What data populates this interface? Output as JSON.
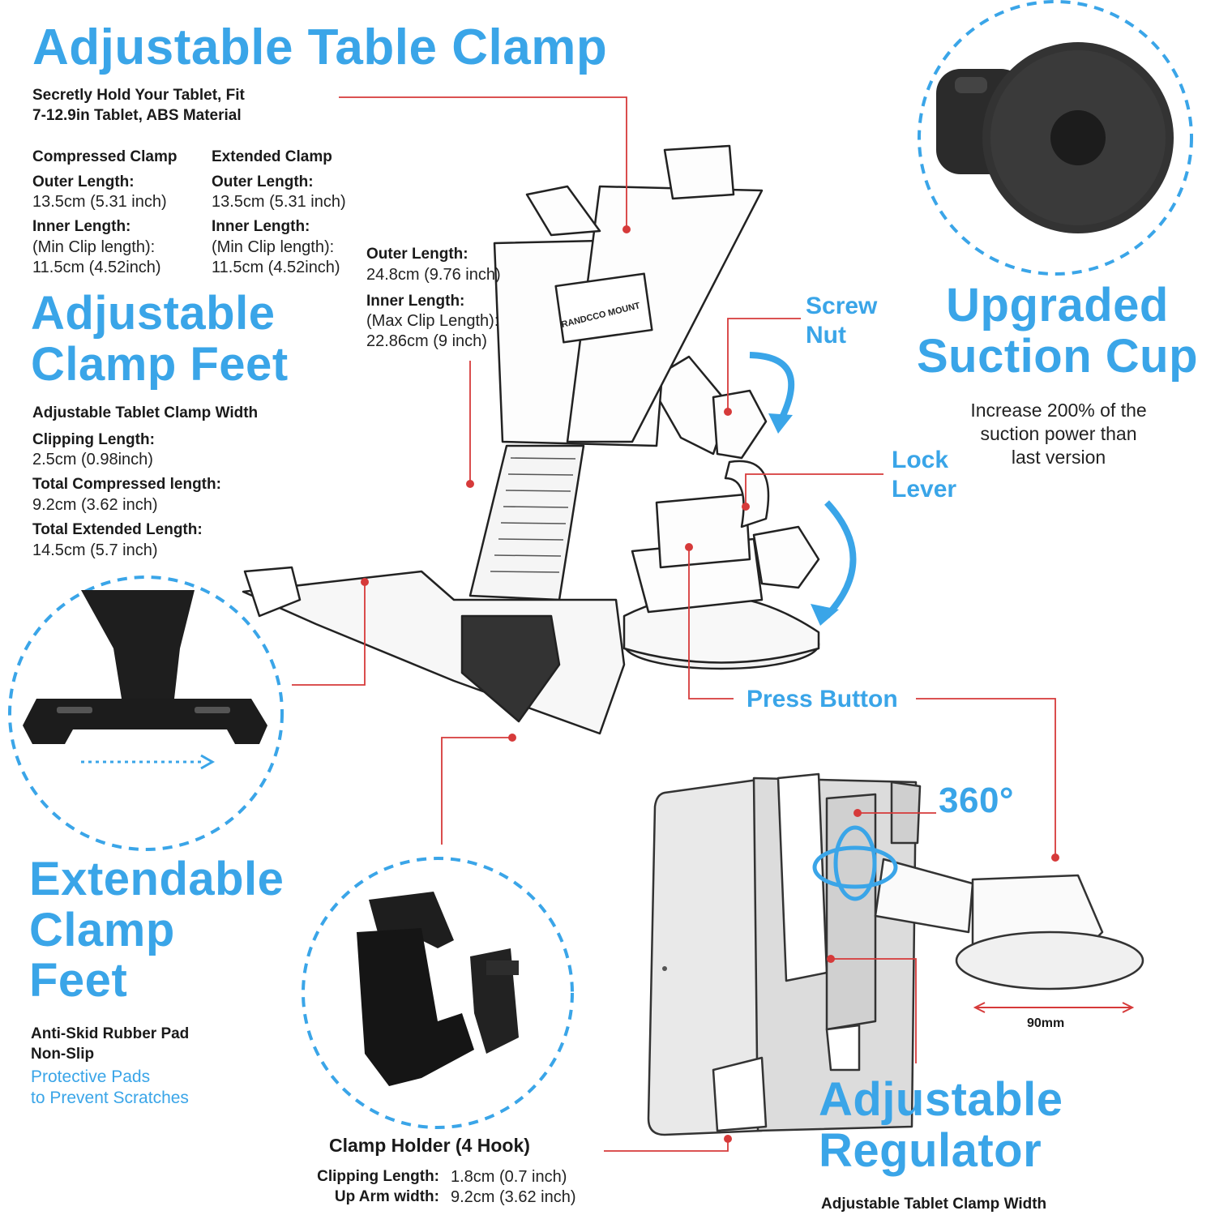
{
  "table_clamp": {
    "title": "Adjustable Table Clamp",
    "subtitle_line1": "Secretly Hold Your Tablet, Fit",
    "subtitle_line2": "7-12.9in Tablet, ABS Material"
  },
  "compressed": {
    "heading": "Compressed Clamp",
    "outer_label": "Outer Length:",
    "outer_value": "13.5cm (5.31 inch)",
    "inner_label": "Inner Length:",
    "inner_line1": "(Min Clip length):",
    "inner_line2": "11.5cm (4.52inch)"
  },
  "extended": {
    "heading": "Extended Clamp",
    "outer_label": "Outer Length:",
    "outer_value": "13.5cm (5.31 inch)",
    "inner_label": "Inner Length:",
    "inner_line1": "(Min Clip length):",
    "inner_line2": "11.5cm (4.52inch)"
  },
  "center_specs": {
    "outer_label": "Outer Length:",
    "outer_value": "24.8cm (9.76 inch)",
    "inner_label": "Inner Length:",
    "inner_line1": "(Max Clip Length):",
    "inner_line2": "22.86cm (9 inch)"
  },
  "clamp_feet": {
    "title_line1": "Adjustable",
    "title_line2": "Clamp Feet",
    "subtitle": "Adjustable Tablet Clamp Width",
    "clip_label": "Clipping Length:",
    "clip_value": "2.5cm (0.98inch)",
    "total_comp_label": "Total Compressed length:",
    "total_comp_value": "9.2cm (3.62 inch)",
    "total_ext_label": "Total Extended Length:",
    "total_ext_value": "14.5cm (5.7 inch)"
  },
  "callouts": {
    "screw_nut_1": "Screw",
    "screw_nut_2": "Nut",
    "lock_lever_1": "Lock",
    "lock_lever_2": "Lever",
    "press_button": "Press Button",
    "rotation": "360°"
  },
  "suction": {
    "title_line1": "Upgraded",
    "title_line2": "Suction Cup",
    "desc_line1": "Increase 200% of the",
    "desc_line2": "suction power than",
    "desc_line3": "last version",
    "width": "90mm"
  },
  "extendable_feet": {
    "title_line1": "Extendable",
    "title_line2": "Clamp",
    "title_line3": "Feet",
    "sub_line1": "Anti-Skid Rubber Pad",
    "sub_line2": "Non-Slip",
    "blue_line1": "Protective Pads",
    "blue_line2": "to Prevent Scratches"
  },
  "clamp_holder": {
    "title": "Clamp Holder (4 Hook)",
    "clip_label": "Clipping Length:",
    "clip_value": "1.8cm (0.7 inch)",
    "arm_label": "Up Arm width:",
    "arm_value": "9.2cm (3.62 inch)"
  },
  "regulator": {
    "title_line1": "Adjustable",
    "title_line2": "Regulator",
    "subtitle": "Adjustable Tablet Clamp Width"
  },
  "logo": {
    "text": "RANDCCO MOUNT"
  },
  "colors": {
    "accent": "#3aa5e8",
    "line": "#d63a3a"
  }
}
